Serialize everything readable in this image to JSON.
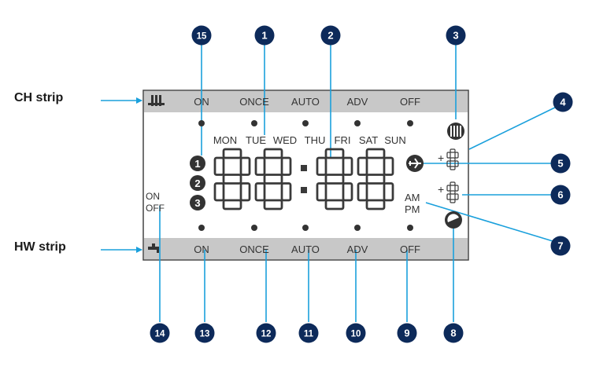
{
  "strip_labels": {
    "ch": "CH strip",
    "hw": "HW strip"
  },
  "ch_strip": {
    "items": [
      "ON",
      "ONCE",
      "AUTO",
      "ADV",
      "OFF"
    ]
  },
  "hw_strip": {
    "items": [
      "ON",
      "ONCE",
      "AUTO",
      "ADV",
      "OFF"
    ]
  },
  "days": [
    "MON",
    "TUE",
    "WED",
    "THU",
    "FRI",
    "SAT",
    "SUN"
  ],
  "on_off": {
    "on": "ON",
    "off": "OFF"
  },
  "ampm": {
    "am": "AM",
    "pm": "PM"
  },
  "zone_numbers": [
    "1",
    "2",
    "3"
  ],
  "plus_sign": "+",
  "colon": ":",
  "callouts": [
    "1",
    "2",
    "3",
    "4",
    "5",
    "6",
    "7",
    "8",
    "9",
    "10",
    "11",
    "12",
    "13",
    "14",
    "15"
  ],
  "colors": {
    "strip_bg": "#c8c8c8",
    "lcd_border": "#444444",
    "callout_bg": "#0d2a5a",
    "leader": "#1aa0dc",
    "segment": "#3a3a3a"
  }
}
